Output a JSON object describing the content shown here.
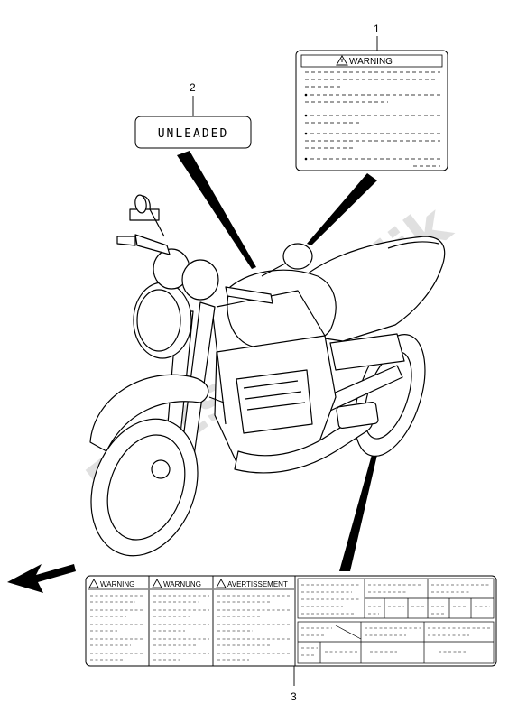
{
  "callouts": [
    {
      "number": "1"
    },
    {
      "number": "2"
    },
    {
      "number": "3"
    }
  ],
  "unleaded_label": {
    "text": "UNLEADED"
  },
  "warning_label_1": {
    "title": "WARNING"
  },
  "combined_label": {
    "panel_titles": [
      "WARNING",
      "WARNUNG",
      "AVERTISSEMENT"
    ]
  },
  "watermark": {
    "text": "PartsRepublik"
  },
  "direction_arrow": {
    "meaning": "front"
  },
  "colors": {
    "line": "#000000",
    "watermark": "#c8c8c8",
    "background": "#ffffff"
  }
}
